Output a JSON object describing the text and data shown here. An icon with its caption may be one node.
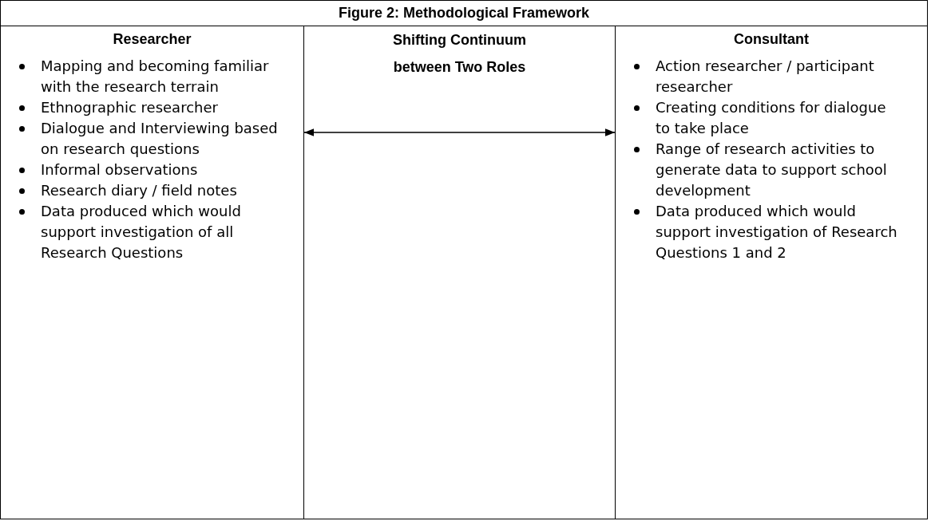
{
  "diagram": {
    "title": "Figure 2: Methodological Framework",
    "nodes": [
      {
        "text": [
          "Researcher",
          "Mapping and becoming familiar with the research terrain",
          "Ethnographic researcher",
          "Dialogue and Interviewing based on research questions",
          "Informal observations",
          "Research diary / field notes",
          "Data produced which would support investigation of all Research Questions"
        ]
      },
      {
        "text": [
          "Consultant",
          "Action researcher / participant researcher",
          "Creating conditions for dialogue to take place",
          "Range of  research activities to generate data to support school development",
          "Data produced which would support investigation of  Research Questions 1 and 2"
        ]
      }
    ],
    "edges": [
      {
        "from": 0,
        "to": 1,
        "arrow": "both"
      }
    ],
    "labels": [
      "Shifting Continuum between Two Roles"
    ]
  }
}
